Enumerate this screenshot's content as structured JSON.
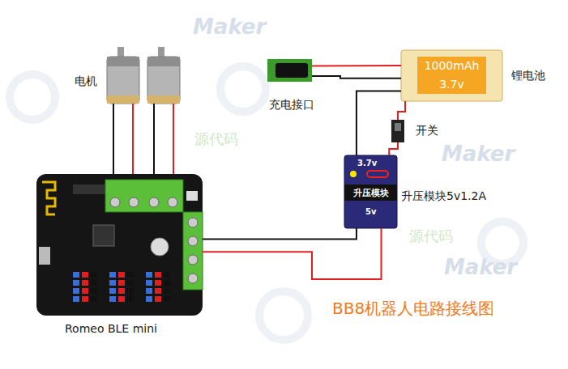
{
  "diagram": {
    "title": "BB8机器人电路接线图",
    "nodes": [
      {
        "text": [
          "充电接口"
        ]
      },
      {
        "text": [
          "1000mAh 3.7v",
          "锂电池"
        ]
      },
      {
        "text": [
          "开关"
        ]
      },
      {
        "text": [
          "3.7v",
          "升压模块",
          "5v",
          "升压模块5v1.2A"
        ]
      },
      {
        "text": [
          "Romeo BLE mini"
        ]
      }
    ],
    "edges": [
      {
        "from": 0,
        "to": 1,
        "arrow": "none"
      },
      {
        "from": 0,
        "to": 1,
        "arrow": "none"
      },
      {
        "from": 1,
        "to": 2,
        "arrow": "none"
      },
      {
        "from": 2,
        "to": 3,
        "arrow": "none"
      },
      {
        "from": 1,
        "to": 3,
        "arrow": "none"
      },
      {
        "from": 3,
        "to": 4,
        "arrow": "none"
      },
      {
        "from": 3,
        "to": 4,
        "arrow": "none"
      }
    ],
    "labels": [
      "电机",
      "Maker",
      "Maker",
      "Maker",
      "源代码",
      "源代码"
    ]
  }
}
